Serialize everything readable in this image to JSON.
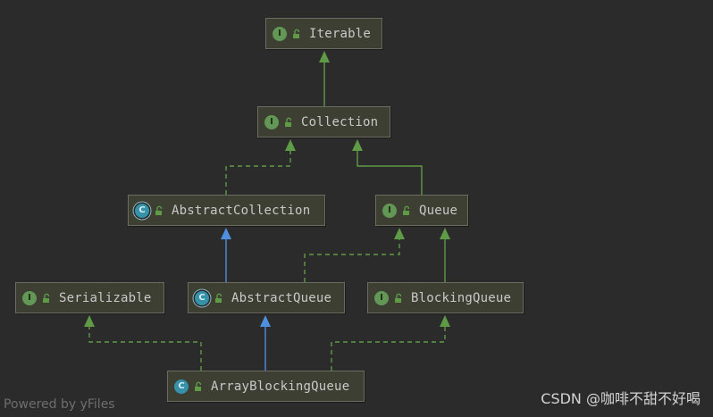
{
  "colors": {
    "background": "#2b2b2b",
    "node_fill": "#3d3f33",
    "interface_badge": "#629755",
    "class_badge": "#3592a8",
    "realization_edge": "#5f9a47",
    "extends_edge": "#4e8fe0"
  },
  "nodes": {
    "iterable": {
      "label": "Iterable",
      "kind": "interface",
      "badge": "I",
      "icon": "lock-open-icon"
    },
    "collection": {
      "label": "Collection",
      "kind": "interface",
      "badge": "I",
      "icon": "lock-open-icon"
    },
    "abstract_collection": {
      "label": "AbstractCollection",
      "kind": "abstract-class",
      "badge": "C",
      "icon": "lock-open-icon"
    },
    "queue": {
      "label": "Queue",
      "kind": "interface",
      "badge": "I",
      "icon": "lock-open-icon"
    },
    "serializable": {
      "label": "Serializable",
      "kind": "interface",
      "badge": "I",
      "icon": "lock-open-icon"
    },
    "abstract_queue": {
      "label": "AbstractQueue",
      "kind": "abstract-class",
      "badge": "C",
      "icon": "lock-open-icon"
    },
    "blocking_queue": {
      "label": "BlockingQueue",
      "kind": "interface",
      "badge": "I",
      "icon": "lock-open-icon"
    },
    "array_blocking_queue": {
      "label": "ArrayBlockingQueue",
      "kind": "class",
      "badge": "C",
      "icon": "lock-open-icon"
    }
  },
  "edges": [
    {
      "from": "collection",
      "to": "iterable",
      "type": "extends-interface"
    },
    {
      "from": "abstract_collection",
      "to": "collection",
      "type": "implements"
    },
    {
      "from": "queue",
      "to": "collection",
      "type": "extends-interface"
    },
    {
      "from": "abstract_queue",
      "to": "abstract_collection",
      "type": "extends-class"
    },
    {
      "from": "abstract_queue",
      "to": "queue",
      "type": "implements"
    },
    {
      "from": "blocking_queue",
      "to": "queue",
      "type": "extends-interface"
    },
    {
      "from": "array_blocking_queue",
      "to": "serializable",
      "type": "implements"
    },
    {
      "from": "array_blocking_queue",
      "to": "abstract_queue",
      "type": "extends-class"
    },
    {
      "from": "array_blocking_queue",
      "to": "blocking_queue",
      "type": "implements"
    }
  ],
  "footer": {
    "powered_by": "Powered by yFiles",
    "watermark": "CSDN @咖啡不甜不好喝"
  }
}
